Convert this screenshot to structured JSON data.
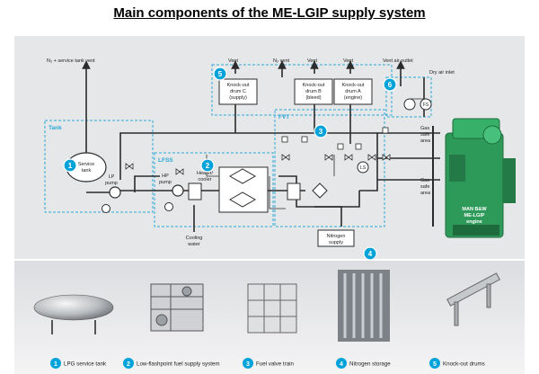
{
  "title": "Main components of the ME-LGIP supply system",
  "colors": {
    "panel_bg": "#e6e7e8",
    "callout_blue": "#00a3d9",
    "zone_dashed": "#29a8d8",
    "engine_green": "#2e9a5a",
    "line": "#2b2b2b"
  },
  "diagram": {
    "top_labels": {
      "n2_service_vent": "N₂ + service tank vent",
      "vent_1": "Vent",
      "n2_vent": "N₂ vent",
      "vent_2": "Vent",
      "vent_3": "Vent",
      "vent_air_outlet": "Vent air outlet",
      "dry_air_inlet": "Dry air inlet"
    },
    "zones": {
      "tank": "Tank",
      "lfss": "LFSS",
      "fvt": "FVT"
    },
    "knockout_drums": {
      "c": [
        "Knock-out",
        "drum C",
        "(supply)"
      ],
      "b": [
        "Knock-out",
        "drum B",
        "(bleed)"
      ],
      "a": [
        "Knock-out",
        "drum A",
        "(engine)"
      ]
    },
    "components": {
      "service_tank": [
        "Service",
        "tank"
      ],
      "lp_pump": [
        "LP",
        "pump"
      ],
      "hp_pump": [
        "HP",
        "pump"
      ],
      "heater_cooler": [
        "Heater/",
        "cooler"
      ],
      "cooling_water": [
        "Cooling",
        "water"
      ],
      "nitrogen_supply": [
        "Nitrogen",
        "supply"
      ],
      "gas_safe_area_1": [
        "Gas",
        "safe",
        "area"
      ],
      "gas_safe_area_2": [
        "Gas",
        "safe",
        "area"
      ],
      "engine": [
        "MAN B&W",
        "ME-LGIP",
        "engine"
      ],
      "ls": "LS",
      "fs": "FS"
    },
    "callouts": [
      "1",
      "2",
      "3",
      "4",
      "5",
      "6"
    ]
  },
  "legend": [
    {
      "num": "1",
      "label": "LPG service tank"
    },
    {
      "num": "2",
      "label": "Low-flashpoint fuel supply system"
    },
    {
      "num": "3",
      "label": "Fuel valve train"
    },
    {
      "num": "4",
      "label": "Nitrogen storage"
    },
    {
      "num": "5",
      "label": "Knock-out drums"
    }
  ]
}
